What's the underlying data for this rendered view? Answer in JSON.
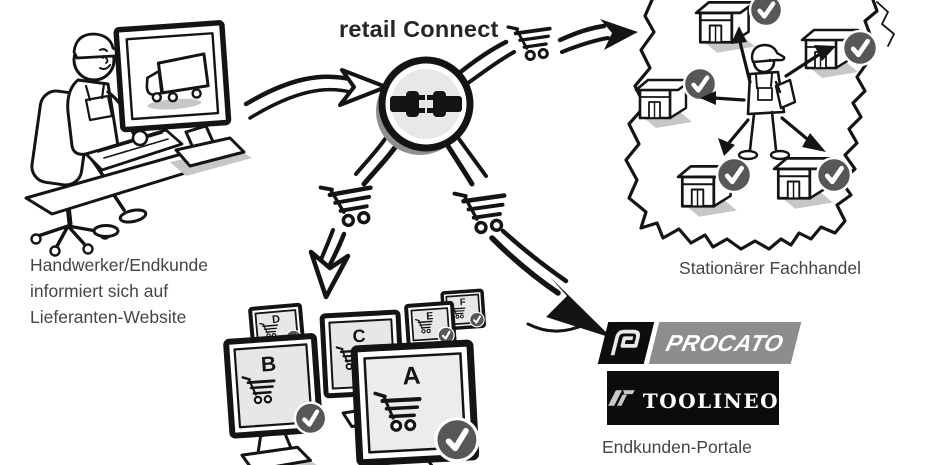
{
  "title": "retail Connect",
  "hub": {
    "icon": "plug-connection-icon"
  },
  "supplier": {
    "caption_lines": [
      "Handwerker/Endkunde",
      "informiert sich auf",
      "Lieferanten-Website"
    ]
  },
  "retail_map": {
    "caption": "Stationärer Fachhandel",
    "stores_checked": 5
  },
  "webshops": {
    "letters": [
      "A",
      "B",
      "C",
      "D",
      "E",
      "F"
    ]
  },
  "portals": {
    "caption": "Endkunden-Portale",
    "logos": [
      {
        "name": "PROCATO"
      },
      {
        "name": "TOOLINEO"
      }
    ]
  },
  "icons": {
    "hub": "plug-connection-icon",
    "cart": "shopping-cart-icon",
    "check": "checkmark-icon",
    "truck": "delivery-truck-icon"
  },
  "colors": {
    "ink": "#141414",
    "caption_text": "#454545",
    "title_text": "#262626",
    "screen_fill": "#e8e8e8",
    "shadow": "#c7c7c7",
    "check_badge": "#575757",
    "procato_gray": "#8d8d8d",
    "logo_black": "#0d0d0d"
  }
}
